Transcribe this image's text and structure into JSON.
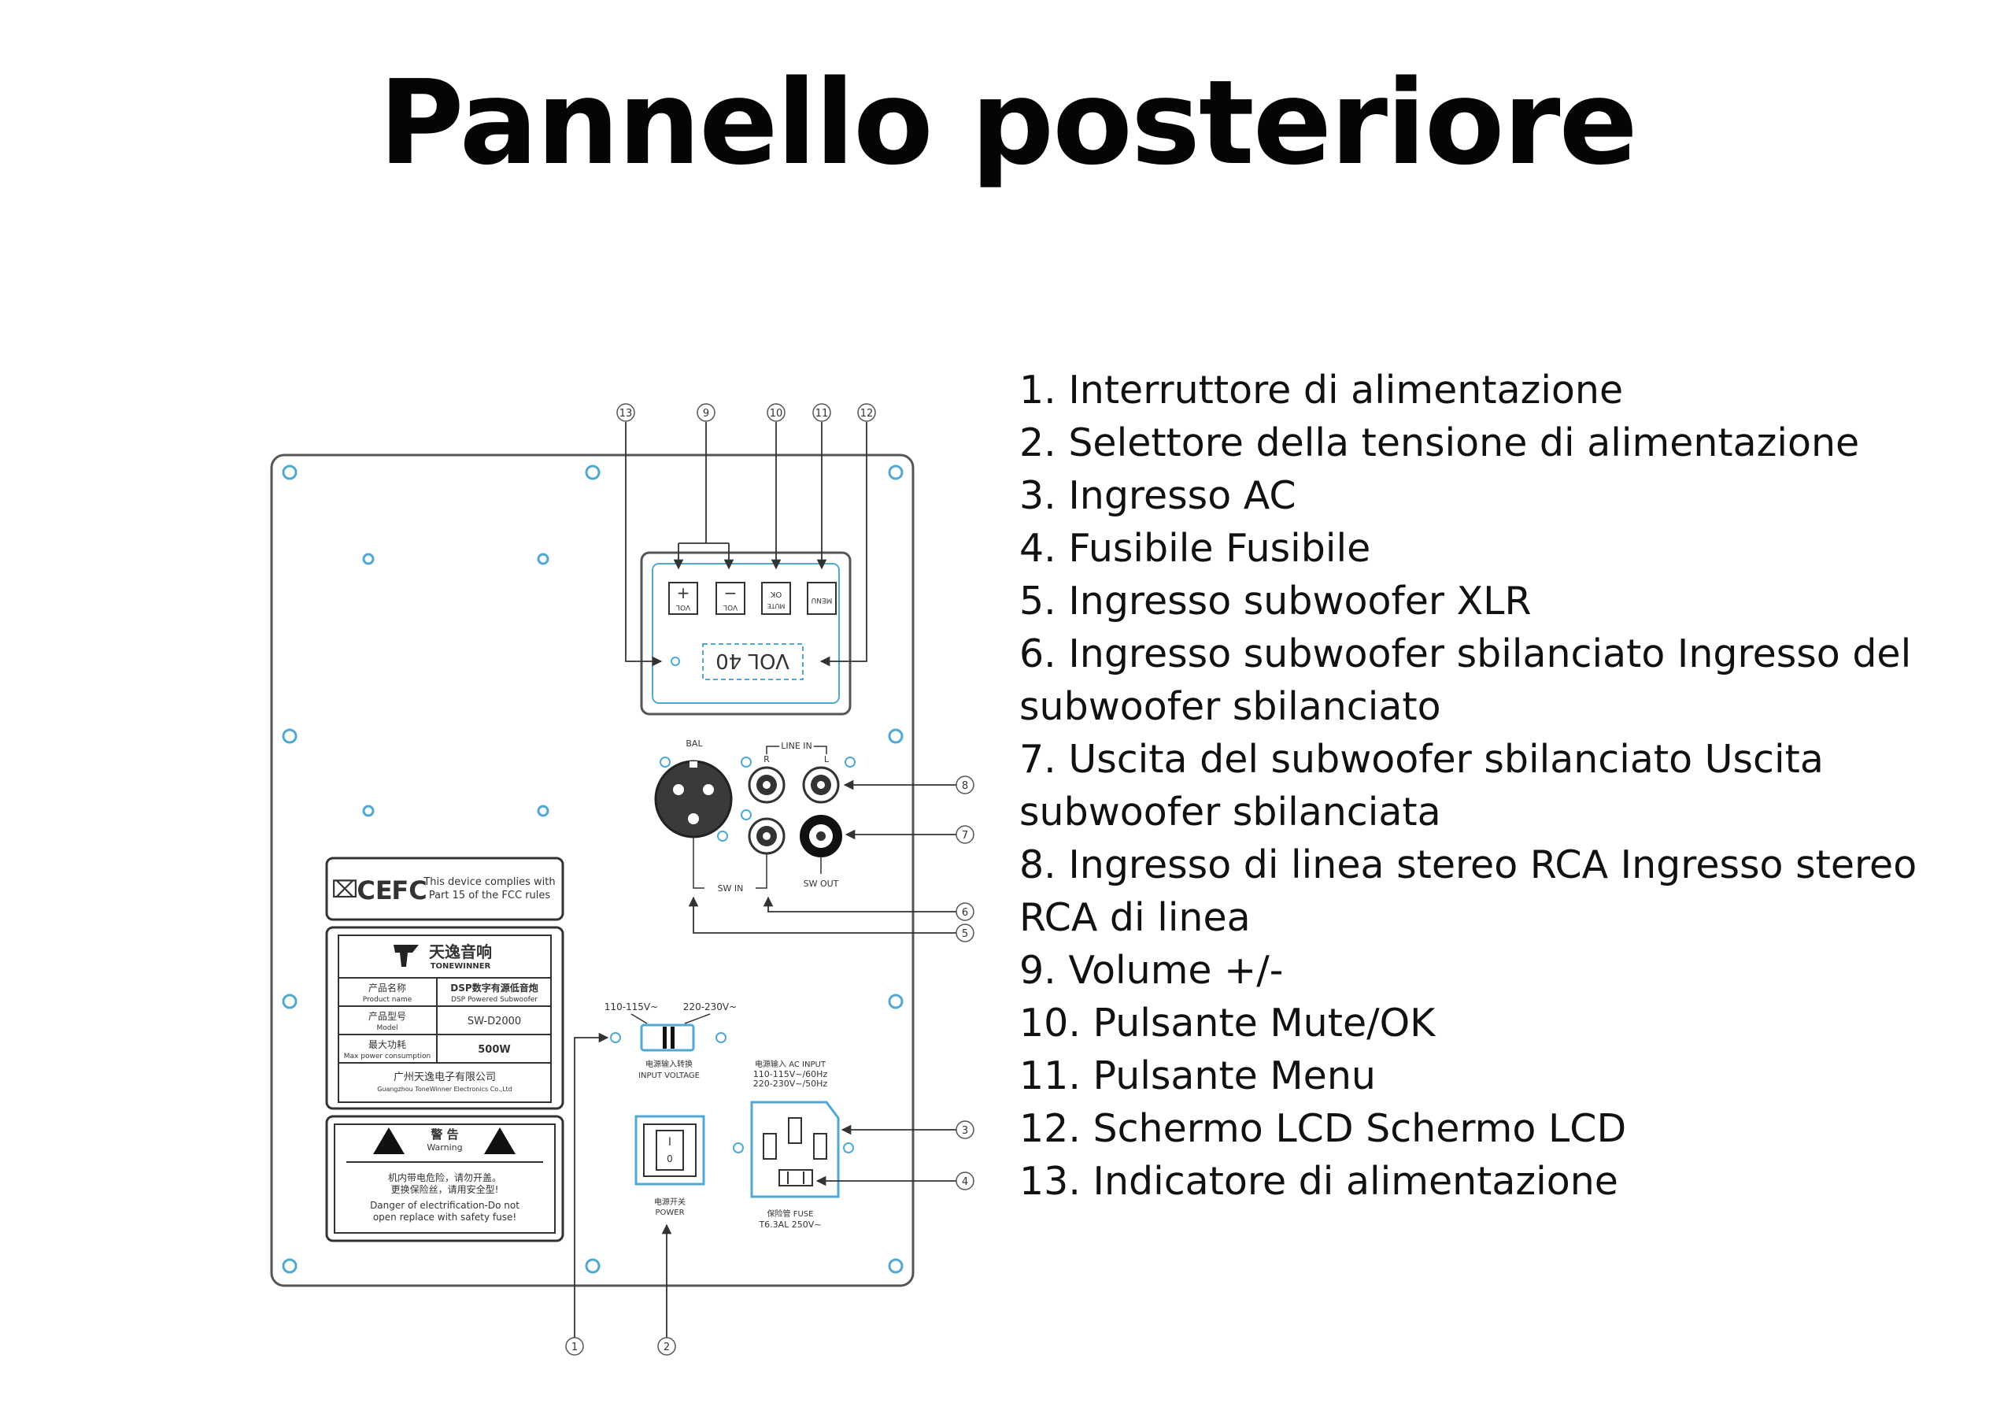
{
  "page": {
    "title": "Pannello posteriore"
  },
  "legend": [
    "1. Interruttore di alimentazione",
    "2. Selettore della tensione di alimentazione",
    "3. Ingresso AC",
    "4. Fusibile Fusibile",
    "5. Ingresso subwoofer XLR",
    "6. Ingresso subwoofer sbilanciato Ingresso del subwoofer sbilanciato",
    "7. Uscita del subwoofer sbilanciato Uscita subwoofer sbilanciata",
    "8. Ingresso di linea stereo RCA Ingresso stereo RCA di linea",
    "9. Volume +/-",
    "10. Pulsante Mute/OK",
    "11. Pulsante Menu",
    "12. Schermo LCD Schermo LCD",
    "13. Indicatore di alimentazione"
  ],
  "callouts": [
    "13",
    "9",
    "10",
    "11",
    "12",
    "8",
    "7",
    "6",
    "5",
    "3",
    "4",
    "1",
    "2"
  ],
  "control_panel": {
    "vol_plus_sign": "+",
    "vol_plus_label": "VOL",
    "vol_minus_sign": "−",
    "vol_minus_label": "VOL",
    "ok_label": "OK",
    "mute_label": "MUTE",
    "menu_label": "MENU",
    "lcd_text": "VOL 40"
  },
  "inputs": {
    "bal_label": "BAL",
    "line_in_label": "LINE IN",
    "r_label": "R",
    "l_label": "L",
    "sw_in_label": "SW IN",
    "sw_out_label": "SW OUT"
  },
  "fcc": {
    "text_line1": "This device complies with",
    "text_line2": "Part 15 of the FCC rules",
    "ce": "CE",
    "fc": "FC"
  },
  "brand": {
    "cn": "天逸音响",
    "en": "TONEWINNER"
  },
  "spec_table": {
    "rows": [
      {
        "label_cn": "产品名称",
        "label_en": "Product name",
        "value_cn": "DSP数字有源低音炮",
        "value_en": "DSP Powered Subwoofer"
      },
      {
        "label_cn": "产品型号",
        "label_en": "Model",
        "value_cn": "SW-D2000",
        "value_en": ""
      },
      {
        "label_cn": "最大功耗",
        "label_en": "Max power consumption",
        "value_cn": "500W",
        "value_en": ""
      }
    ],
    "company_cn": "广州天逸电子有限公司",
    "company_en": "Guangzhou ToneWinner Electronics Co.,Ltd"
  },
  "warning": {
    "title_cn": "警 告",
    "title_en": "Warning",
    "line1_cn": "机内带电危险，请勿开盖。",
    "line2_cn": "更换保险丝，请用安全型!",
    "line1_en": "Danger of electrification-Do not",
    "line2_en": "open replace with safety fuse!"
  },
  "voltage": {
    "low": "110-115V~",
    "high": "220-230V~",
    "label_cn": "电源输入转换",
    "label_en": "INPUT VOLTAGE"
  },
  "power_switch": {
    "on": "I",
    "off": "0",
    "label_cn": "电源开关",
    "label_en": "POWER"
  },
  "ac_input": {
    "label_cn": "电源输入 AC INPUT",
    "line1": "110-115V~/60Hz",
    "line2": "220-230V~/50Hz",
    "fuse_cn": "保险管 FUSE",
    "fuse_spec": "T6.3AL 250V~"
  }
}
